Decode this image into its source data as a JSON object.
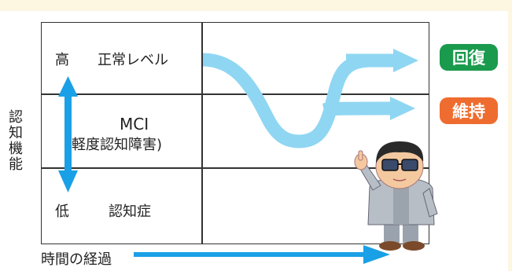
{
  "axis": {
    "y_label": "認知機能",
    "x_label": "時間の経過"
  },
  "levels": {
    "high_marker": "高",
    "normal_label": "正常レベル",
    "mci_label": "MCI",
    "mci_detail": "(軽度認知障害)",
    "low_marker": "低",
    "dementia_label": "認知症"
  },
  "outcomes": {
    "recover": "回復",
    "maintain": "維持"
  },
  "colors": {
    "curve": "#8fd6f2",
    "arrow": "#1aa0e6",
    "recover": "#1a9a4d",
    "maintain": "#ee6c2f"
  }
}
